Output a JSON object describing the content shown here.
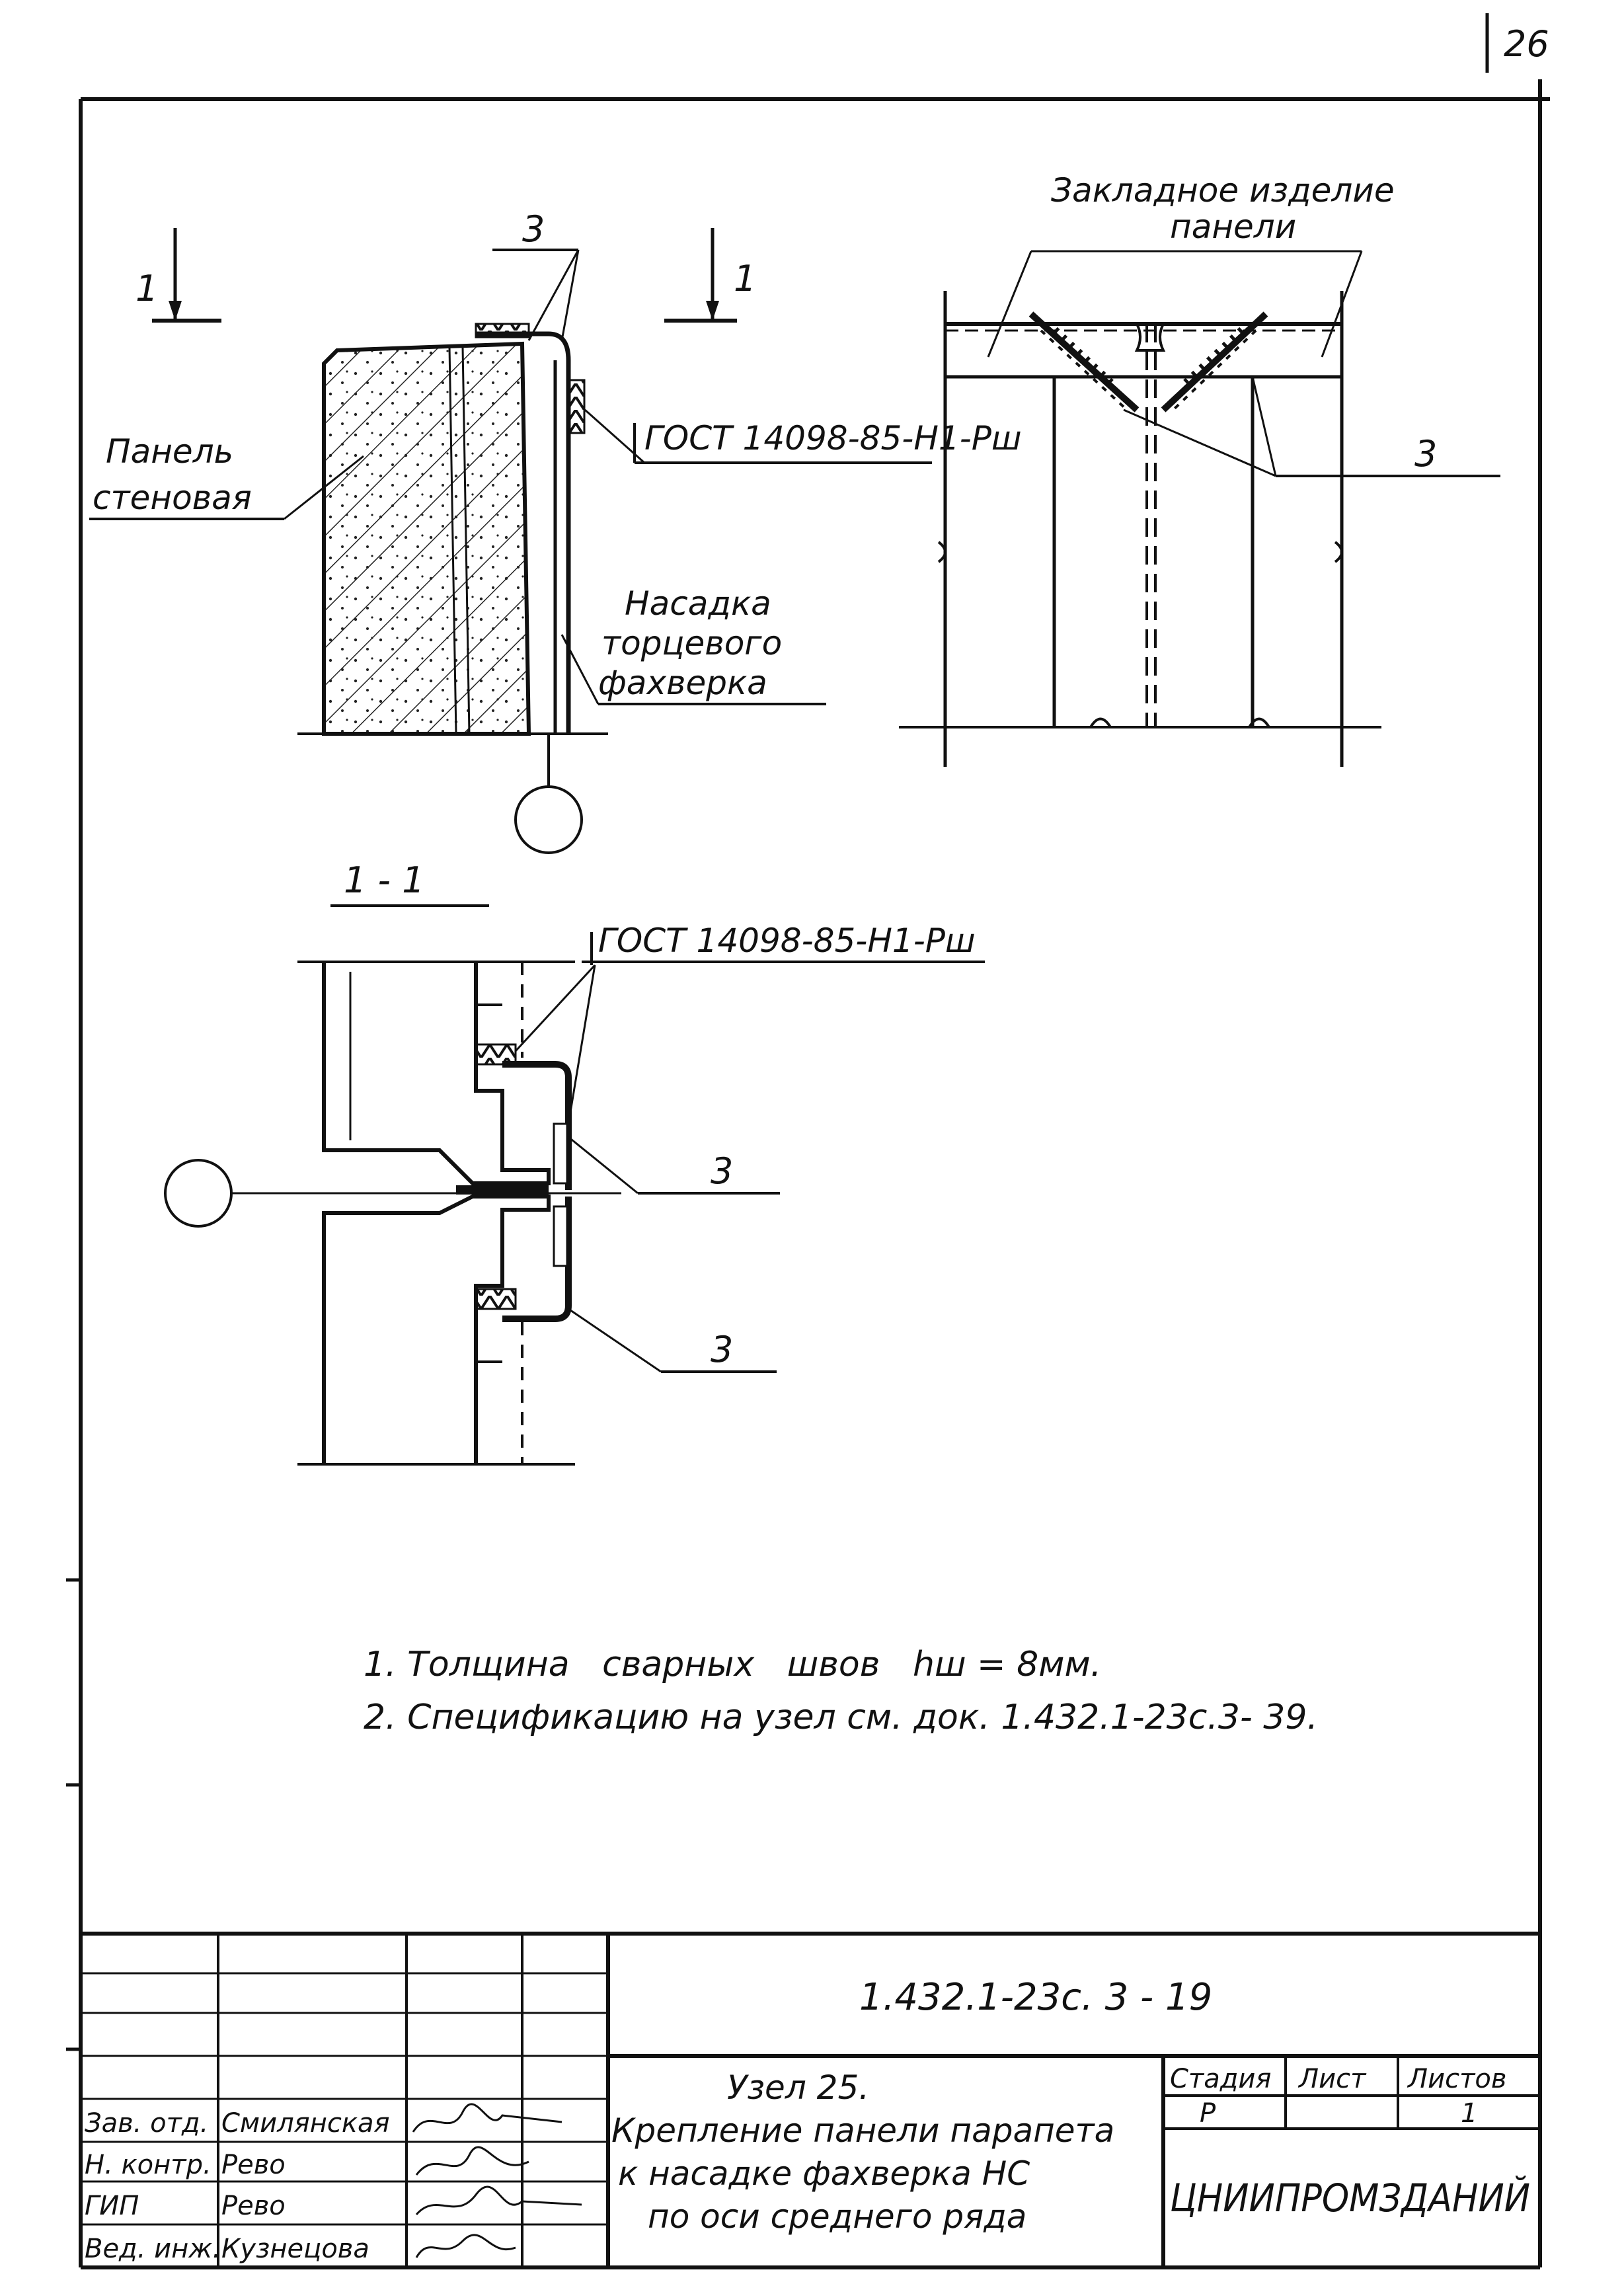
{
  "sheet_number": "26",
  "drawing_top": {
    "section_mark_left": "1",
    "section_mark_right": "1",
    "callout_3": "3",
    "label_panel_line1": "Панель",
    "label_panel_line2": "стеновая",
    "label_gost": "ГОСТ 14098-85-Н1-Рш",
    "label_nasadka_line1": "Насадка",
    "label_nasadka_line2": "торцевого",
    "label_nasadka_line3": "фахверка"
  },
  "drawing_right": {
    "label_embed_line1": "Закладное изделие",
    "label_embed_line2": "панели",
    "callout_3": "3"
  },
  "section_view": {
    "title": "1 - 1",
    "label_gost": "ГОСТ 14098-85-Н1-Рш",
    "callout_3a": "3",
    "callout_3b": "3"
  },
  "notes": [
    "1. Толщина   сварных   швов   hш = 8мм.",
    "2. Спецификацию на узел см. док. 1.432.1-23с.3- 39."
  ],
  "title_block": {
    "document_code": "1.432.1-23с. 3 - 19",
    "title_line1": "Узел 25.",
    "title_line2": "Крепление панели парапета",
    "title_line3": "к насадке фахверка НС",
    "title_line4": "по оси среднего ряда",
    "stage_header": "Стадия",
    "sheet_header": "Лист",
    "sheets_header": "Листов",
    "stage_value": "Р",
    "sheets_value": "1",
    "organization": "ЦНИИПРОМЗДАНИЙ",
    "signatures": [
      {
        "role": "Зав. отд.",
        "name": "Смилянская"
      },
      {
        "role": "Н. контр.",
        "name": "Рево"
      },
      {
        "role": "ГИП",
        "name": "Рево"
      },
      {
        "role": "Вед. инж.",
        "name": "Кузнецова"
      }
    ]
  }
}
